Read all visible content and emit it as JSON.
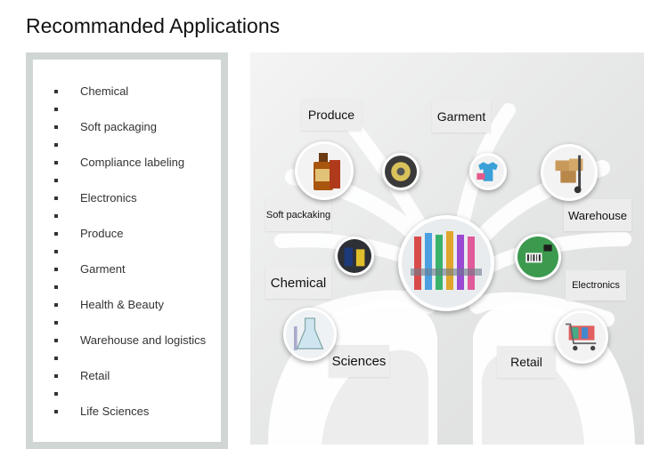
{
  "page": {
    "title": "Recommanded Applications"
  },
  "applications": [
    "Chemical",
    "",
    "Soft packaging",
    "",
    "Compliance labeling",
    "",
    "Electronics",
    "",
    "Produce",
    "",
    "Garment",
    "",
    "Health & Beauty",
    "",
    "Warehouse and logistics",
    "",
    "Retail",
    "",
    "Life Sciences"
  ],
  "tree_labels": {
    "produce": "Produce",
    "garment": "Garment",
    "soft_packaging": "Soft packaking",
    "warehouse": "Warehouse",
    "chemical": "Chemical",
    "electronics": "Electronics",
    "sciences": "Sciences",
    "retail": "Retail"
  },
  "icons": {
    "liquor": "liquor-bottle-icon",
    "label_roll": "label-roll-icon",
    "garment": "clothing-tags-icon",
    "warehouse": "hand-truck-boxes-icon",
    "center": "test-tubes-icon",
    "chemical": "chemical-bottles-icon",
    "electronics": "circuit-board-icon",
    "sciences": "lab-flask-icon",
    "retail": "shopping-cart-icon"
  },
  "colors": {
    "frame": "#cfd6d4",
    "tree": "#ffffff",
    "label_bg": "#ececec"
  }
}
